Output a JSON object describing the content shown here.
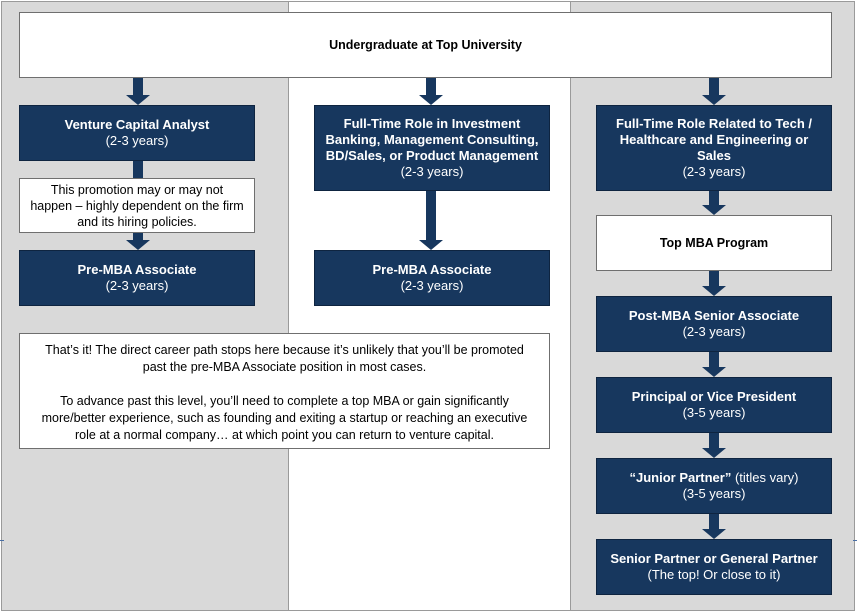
{
  "top_box": "Undergraduate at Top University",
  "left_path": {
    "analyst": {
      "title": "Venture Capital Analyst",
      "duration": "(2-3 years)"
    },
    "promotion_note": "This promotion may or may not happen – highly dependent on the firm and its hiring policies.",
    "associate": {
      "title": "Pre-MBA Associate",
      "duration": "(2-3 years)"
    }
  },
  "middle_path": {
    "fulltime": {
      "title": "Full-Time Role in Investment Banking, Management Consulting, BD/Sales, or Product Management",
      "duration": "(2-3 years)"
    },
    "associate": {
      "title": "Pre-MBA Associate",
      "duration": "(2-3 years)"
    }
  },
  "stop_note": {
    "line1": "That’s it! The direct career path stops here because it’s unlikely that you’ll be promoted past the pre-MBA Associate position in most cases.",
    "line2": "To advance past this level, you’ll need to complete a top MBA or gain significantly more/better experience, such as founding and exiting a startup or reaching an executive role at a normal company… at which point you can return to venture capital."
  },
  "right_path": {
    "fulltime": {
      "title": "Full-Time Role Related to Tech / Healthcare and Engineering or Sales",
      "duration": "(2-3 years)"
    },
    "mba": {
      "title": "Top MBA Program"
    },
    "senior_associate": {
      "title": "Post-MBA Senior Associate",
      "duration": "(2-3 years)"
    },
    "principal": {
      "title": "Principal or Vice President",
      "duration": "(3-5 years)"
    },
    "junior_partner": {
      "title": "“Junior Partner”",
      "suffix": " (titles vary)",
      "duration": "(3-5 years)"
    },
    "senior_partner": {
      "title": "Senior Partner or General Partner",
      "subtitle": "(The top! Or close to it)"
    }
  },
  "colors": {
    "navy": "#17375e",
    "gray": "#d9d9d9",
    "white": "#ffffff"
  }
}
